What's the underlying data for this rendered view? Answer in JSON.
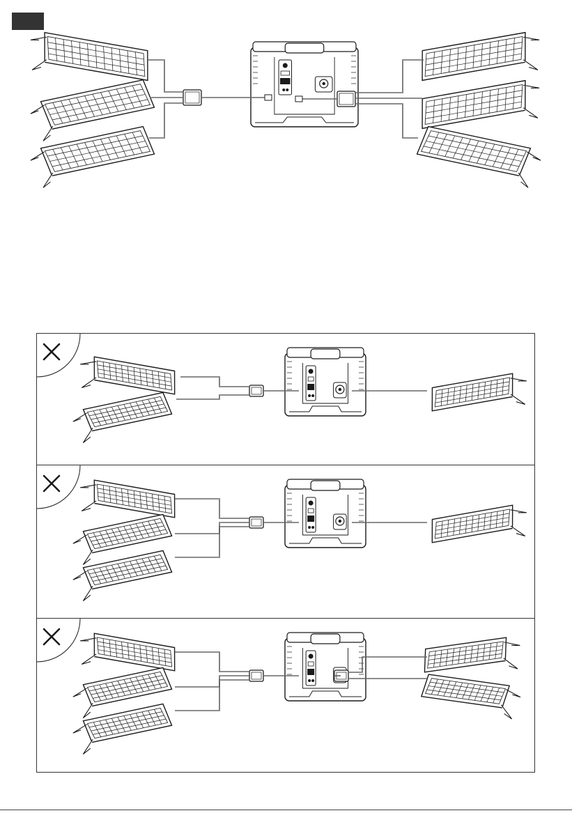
{
  "page": {
    "colors": {
      "ink": "#1a1a1a",
      "tab": "#333333",
      "paper": "#ffffff"
    },
    "tab_marker": {
      "icon": "section-tab-marker"
    },
    "main_diagram": {
      "description_icon": "six-panels-two-branch-connectors-to-station",
      "left_panels": 3,
      "right_panels": 3
    },
    "incorrect_examples": [
      {
        "icon": "cross-icon",
        "left_panels": 2,
        "right_panels": 1,
        "left_connector": true,
        "right_connector": false
      },
      {
        "icon": "cross-icon",
        "left_panels": 3,
        "right_panels": 1,
        "left_connector": true,
        "right_connector": false
      },
      {
        "icon": "cross-icon",
        "left_panels": 3,
        "right_panels": 2,
        "left_connector": true,
        "right_connector": true
      }
    ]
  }
}
